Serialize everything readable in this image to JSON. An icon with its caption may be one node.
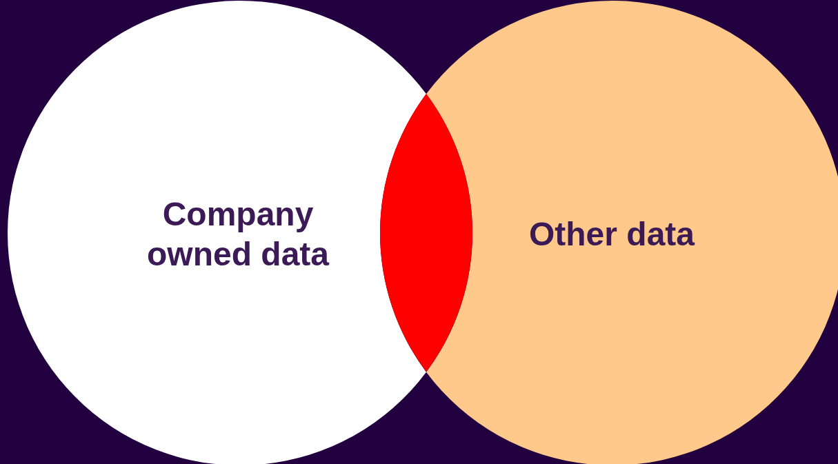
{
  "diagram": {
    "nodes": [
      {
        "text": [
          "Company owned data"
        ]
      },
      {
        "text": [
          "Other data"
        ]
      },
      {
        "text": [],
        "shape": "lens"
      }
    ]
  }
}
